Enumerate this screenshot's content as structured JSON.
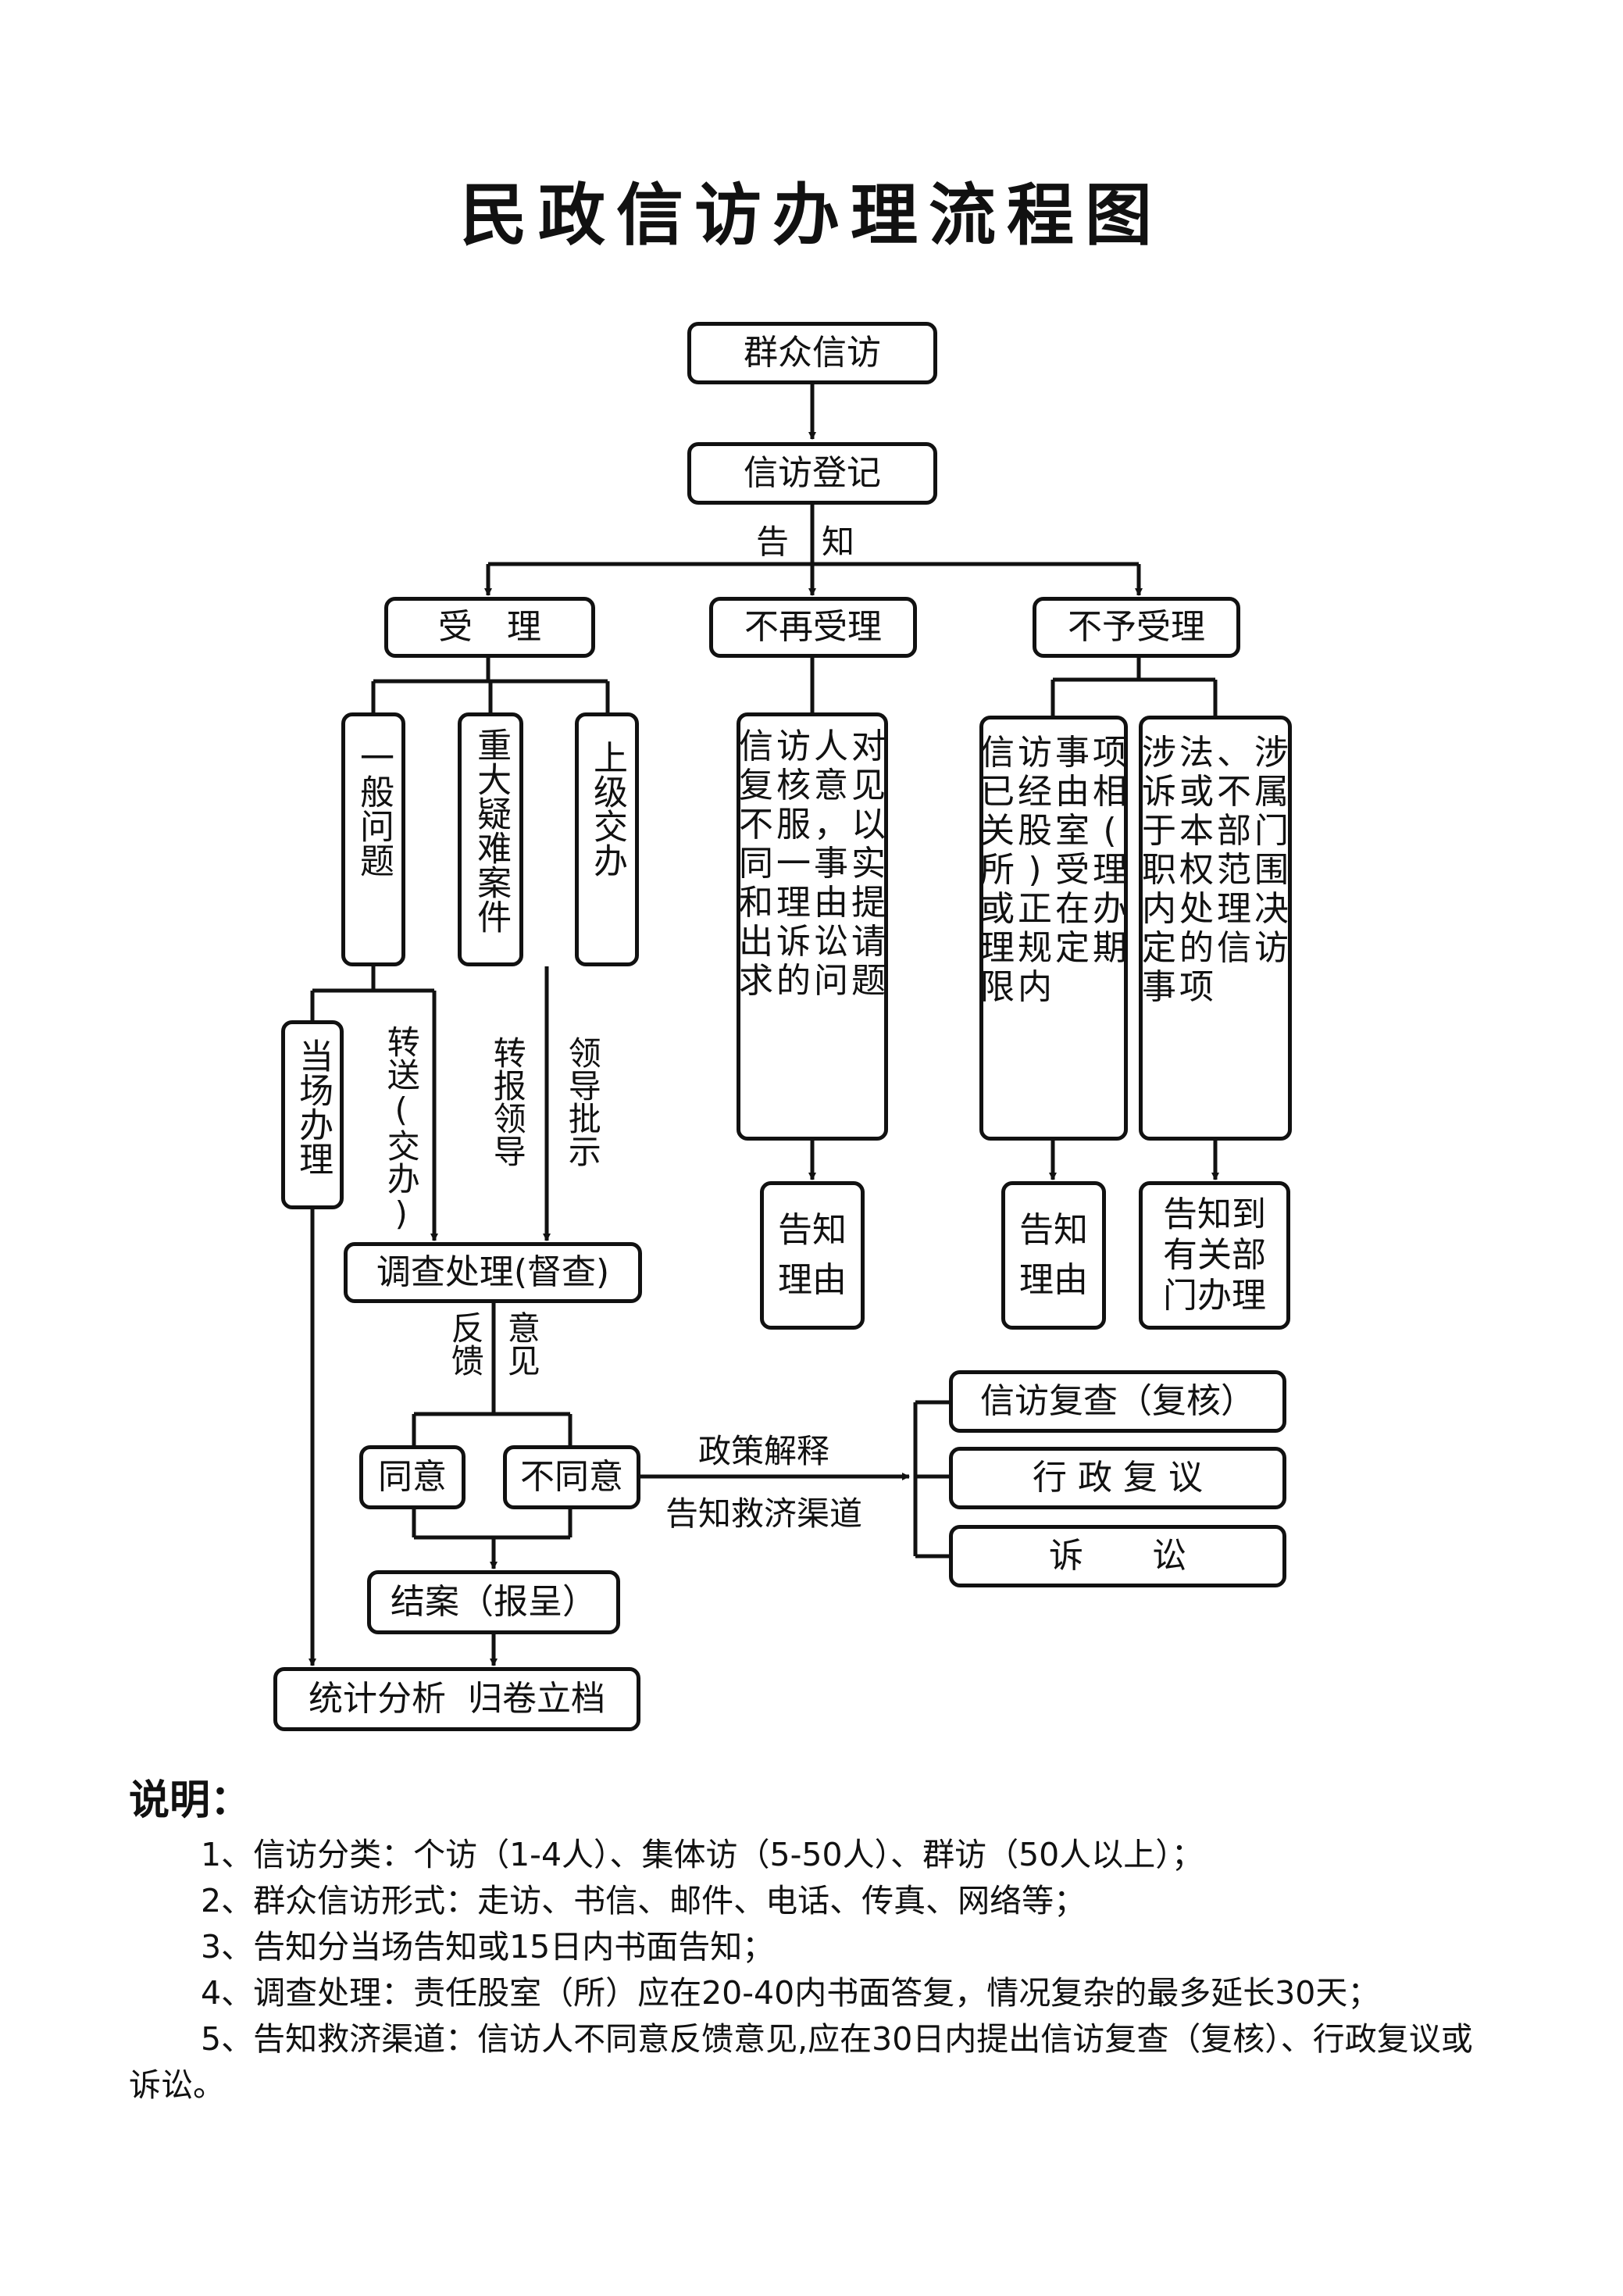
{
  "title": "民政信访办理流程图",
  "nodes": {
    "start": "群众信访",
    "register": "信访登记",
    "accept": "受　理",
    "no_re_accept": "不再受理",
    "not_accept": "不予受理",
    "general": "一般问题",
    "major": "重大疑难案件",
    "superior": "上级交办",
    "petition_reason": "信访人对复核意见不服，以同一事实和理由提出诉讼请求的问题",
    "handled_items": "信访事项已经由相关股室(所)受理或正在办理规定期限内",
    "legal_items": "涉法、涉诉或不属于本部门职权范围内处理决定的信访事项",
    "onsite": "当场办理",
    "investigate": "调查处理(督查)",
    "inform_reason_1": "告知理由",
    "inform_reason_2": "告知理由",
    "inform_dept": "告知到有关部门办理",
    "agree": "同意",
    "disagree": "不同意",
    "close": "结案（报呈）",
    "archive": "统计分析  归卷立档",
    "review": "信访复查（复核）",
    "admin_review": "行 政 复 议",
    "lawsuit": "诉　　讼"
  },
  "labels": {
    "notify": "告　知",
    "transfer": "转送(交办)",
    "report": "转报领导",
    "instruct": "领导批示",
    "feedback_a": "反馈",
    "feedback_b": "意见",
    "policy": "政策解释",
    "channel": "告知救济渠道"
  },
  "notes": {
    "title": "说明：",
    "items": [
      "1、信访分类：个访（1-4人）、集体访（5-50人）、群访（50人以上）；",
      "2、群众信访形式：走访、书信、邮件、电话、传真、网络等；",
      "3、告知分当场告知或15日内书面告知；",
      "4、调查处理：责任股室（所）应在20-40内书面答复，情况复杂的最多延长30天；",
      "5、告知救济渠道：信访人不同意反馈意见,应在30日内提出信访复查（复核）、行政复议或诉讼。"
    ]
  }
}
